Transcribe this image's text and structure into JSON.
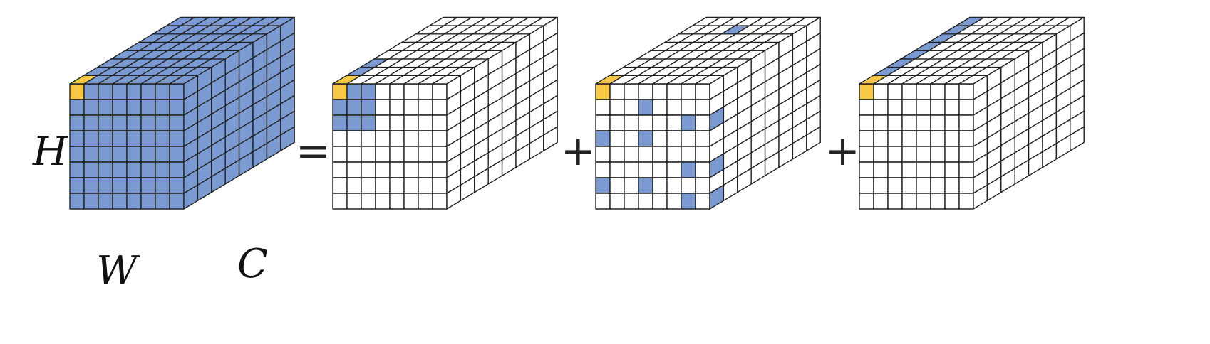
{
  "colors": {
    "fill": "#7b9ad2",
    "highlight": "#f7c945",
    "empty": "#ffffff",
    "line": "#222222"
  },
  "labels": {
    "h": "H",
    "w": "W",
    "c": "C"
  },
  "operators": [
    "=",
    "+",
    "+"
  ],
  "grid_size": 8,
  "cubes": [
    {
      "name": "input-tensor-cube",
      "fill_all": true,
      "highlight_front": [
        [
          0,
          0
        ]
      ],
      "highlight_top": [
        [
          0,
          0
        ]
      ],
      "front": [],
      "top": [],
      "right": []
    },
    {
      "name": "spatial-kernel-cube",
      "fill_all": false,
      "highlight_front": [
        [
          0,
          0
        ]
      ],
      "highlight_top": [
        [
          0,
          0
        ]
      ],
      "front": [
        [
          0,
          1
        ],
        [
          0,
          2
        ],
        [
          1,
          0
        ],
        [
          1,
          1
        ],
        [
          1,
          2
        ],
        [
          2,
          0
        ],
        [
          2,
          1
        ],
        [
          2,
          2
        ]
      ],
      "top": [
        [
          0,
          1
        ],
        [
          0,
          2
        ]
      ],
      "right": []
    },
    {
      "name": "dilated-kernel-cube",
      "fill_all": false,
      "highlight_front": [
        [
          0,
          0
        ]
      ],
      "highlight_top": [
        [
          0,
          0
        ]
      ],
      "front": [
        [
          3,
          0
        ],
        [
          6,
          0
        ],
        [
          1,
          3
        ],
        [
          3,
          3
        ],
        [
          6,
          3
        ],
        [
          2,
          6
        ],
        [
          5,
          6
        ],
        [
          7,
          6
        ]
      ],
      "top": [
        [
          3,
          6
        ]
      ],
      "right": [
        [
          2,
          0
        ],
        [
          5,
          0
        ],
        [
          7,
          0
        ]
      ]
    },
    {
      "name": "channel-kernel-cube",
      "fill_all": false,
      "highlight_front": [
        [
          0,
          0
        ]
      ],
      "highlight_top": [
        [
          0,
          0
        ]
      ],
      "front": [],
      "top": [
        [
          0,
          1
        ],
        [
          0,
          2
        ],
        [
          0,
          3
        ],
        [
          0,
          4
        ],
        [
          0,
          5
        ],
        [
          0,
          6
        ],
        [
          0,
          7
        ]
      ],
      "right": []
    }
  ]
}
